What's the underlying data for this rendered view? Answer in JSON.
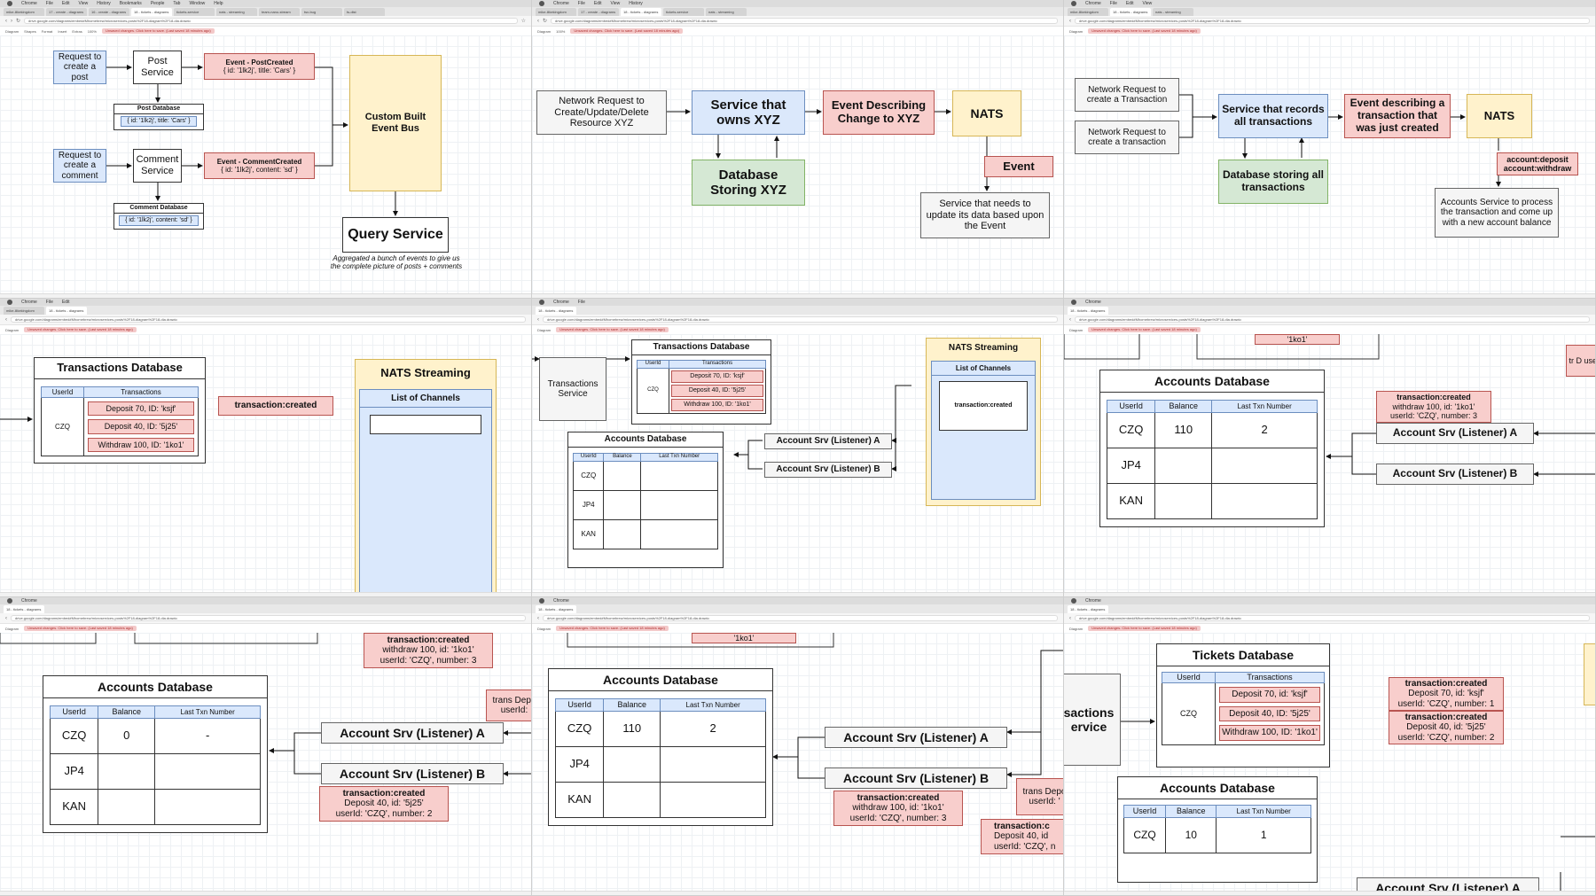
{
  "browser": {
    "menu": [
      "Chrome",
      "File",
      "Edit",
      "View",
      "History",
      "Bookmarks",
      "People",
      "Tab",
      "Window",
      "Help"
    ],
    "tabs": [
      "mike-ilikekingdom",
      "17 - create - diagrams",
      "16 - create - diagrams",
      "18 - tickets - diagrams",
      "tickets-service",
      "nats - streaming",
      "team-nano-stream",
      "tsx-bug",
      "ts-dist"
    ],
    "url": "drive.google.com/diagrams/embed#Mhomebrew/microservices-posts%2F18-diagram%2F18-dia.drawio",
    "toolbar": [
      "Diagram",
      "Shapes",
      "Format",
      "Insert",
      "Extras",
      "100%"
    ],
    "warning": "Unsaved changes. Click here to save. (Last saved 18 minutes ago)"
  },
  "p1": {
    "req_post": "Request to create a post",
    "post_service": "Post Service",
    "ev_post_title": "Event - PostCreated",
    "ev_post_body": "{ id: '1lk2j', title: 'Cars' }",
    "post_db_title": "Post Database",
    "post_db_row": "{ id: '1lk2j', title: 'Cars' }",
    "req_comment": "Request to create a comment",
    "comment_service": "Comment Service",
    "ev_comment_title": "Event - CommentCreated",
    "ev_comment_body": "{ id: '1lk2j', content: 'sd' }",
    "comment_db_title": "Comment Database",
    "comment_db_row": "{ id: '1lk2j', content: 'sd' }",
    "bus": "Custom Built Event Bus",
    "query": "Query Service",
    "query_note": "Aggregated a bunch of events to give us the complete picture of posts + comments"
  },
  "p2": {
    "req": "Network Request to Create/Update/Delete Resource XYZ",
    "service": "Service that owns XYZ",
    "event_desc": "Event Describing Change to XYZ",
    "nats": "NATS",
    "db": "Database Storing XYZ",
    "event": "Event",
    "listener": "Service that needs to update its data based upon the Event"
  },
  "p3": {
    "req1": "Network Request to create a Transaction",
    "req2": "Network Request to create a transaction",
    "service": "Service that records all transactions",
    "event_desc": "Event describing a transaction that was just created",
    "nats": "NATS",
    "db": "Database storing all transactions",
    "channels": "account:deposit account:withdraw",
    "account": "Accounts Service to process the transaction and come up with a new account balance"
  },
  "p4": {
    "tx_db_title": "Transactions Database",
    "col_user": "UserId",
    "col_tx": "Transactions",
    "user": "CZQ",
    "tx1": "Deposit 70, ID: 'ksjf'",
    "tx2": "Deposit 40, ID: '5j25'",
    "tx3": "Withdraw 100, ID: '1ko1'",
    "event": "transaction:created",
    "nats_title": "NATS Streaming",
    "channels_title": "List of Channels"
  },
  "p5": {
    "tx_service": "Transactions Service",
    "tx_db_title": "Transactions Database",
    "col_user": "UserId",
    "col_tx": "Transactions",
    "user": "CZQ",
    "tx1": "Deposit 70, ID: 'ksjf'",
    "tx2": "Deposit 40, ID: '5j25'",
    "tx3": "Withdraw 100, ID: '1ko1'",
    "nats_title": "NATS Streaming",
    "channels_title": "List of Channels",
    "channel": "transaction:created",
    "acc_db_title": "Accounts Database",
    "col_balance": "Balance",
    "col_last": "Last Txn Number",
    "users": [
      "CZQ",
      "JP4",
      "KAN"
    ],
    "listener_a": "Account Srv (Listener) A",
    "listener_b": "Account Srv (Listener) B"
  },
  "p6": {
    "top_tx": "'1ko1'",
    "acc_db_title": "Accounts Database",
    "col_user": "UserId",
    "col_balance": "Balance",
    "col_last": "Last Txn Number",
    "users": [
      "CZQ",
      "JP4",
      "KAN"
    ],
    "balance": "110",
    "last": "2",
    "ev_title": "transaction:created",
    "ev_l1": "withdraw 100, id: '1ko1'",
    "ev_l2": "userId: 'CZQ', number: 3",
    "listener_a": "Account Srv (Listener) A",
    "listener_b": "Account Srv (Listener) B",
    "edge_frag": "tr D use"
  },
  "p7": {
    "ev_top_title": "transaction:created",
    "ev_top_l1": "withdraw 100, id: '1ko1'",
    "ev_top_l2": "userId: 'CZQ', number: 3",
    "acc_db_title": "Accounts Database",
    "col_user": "UserId",
    "col_balance": "Balance",
    "col_last": "Last Txn Number",
    "users": [
      "CZQ",
      "JP4",
      "KAN"
    ],
    "balance": "0",
    "last": "-",
    "listener_a": "Account Srv (Listener) A",
    "listener_b": "Account Srv (Listener) B",
    "ev_b_title": "transaction:created",
    "ev_b_l1": "Deposit 40, id: '5j25'",
    "ev_b_l2": "userId: 'CZQ', number: 2",
    "edge_frag": "trans Depo userId:"
  },
  "p8": {
    "top_tx": "'1ko1'",
    "acc_db_title": "Accounts Database",
    "col_user": "UserId",
    "col_balance": "Balance",
    "col_last": "Last Txn Number",
    "users": [
      "CZQ",
      "JP4",
      "KAN"
    ],
    "balance": "110",
    "last": "2",
    "listener_a": "Account Srv (Listener) A",
    "listener_b": "Account Srv (Listener) B",
    "ev_title": "transaction:created",
    "ev_l1": "withdraw 100, id: '1ko1'",
    "ev_l2": "userId: 'CZQ', number: 3",
    "ev2_title": "transaction:c",
    "ev2_l1": "Deposit 40, id",
    "ev2_l2": "userId: 'CZQ', n",
    "edge_frag": "trans Depo userId: '"
  },
  "p9": {
    "service_frag": "sactions ervice",
    "tickets_db_title": "Tickets Database",
    "col_user": "UserId",
    "col_tx": "Transactions",
    "user": "CZQ",
    "tx1": "Deposit 70, id: 'ksjf'",
    "tx2": "Deposit 40, ID: '5j25'",
    "tx3": "Withdraw 100, ID: '1ko1'",
    "ev1_title": "transaction:created",
    "ev1_l1": "Deposit 70, id: 'ksjf'",
    "ev1_l2": "userId: 'CZQ', number: 1",
    "ev2_title": "transaction:created",
    "ev2_l1": "Deposit 40, id: '5j25'",
    "ev2_l2": "userId: 'CZQ', number: 2",
    "acc_db_title": "Accounts Database",
    "col_balance": "Balance",
    "col_last": "Last Txn Number",
    "row_user": "CZQ",
    "row_balance": "10",
    "row_last": "1",
    "listener_a": "Account Srv (Listener) A"
  }
}
